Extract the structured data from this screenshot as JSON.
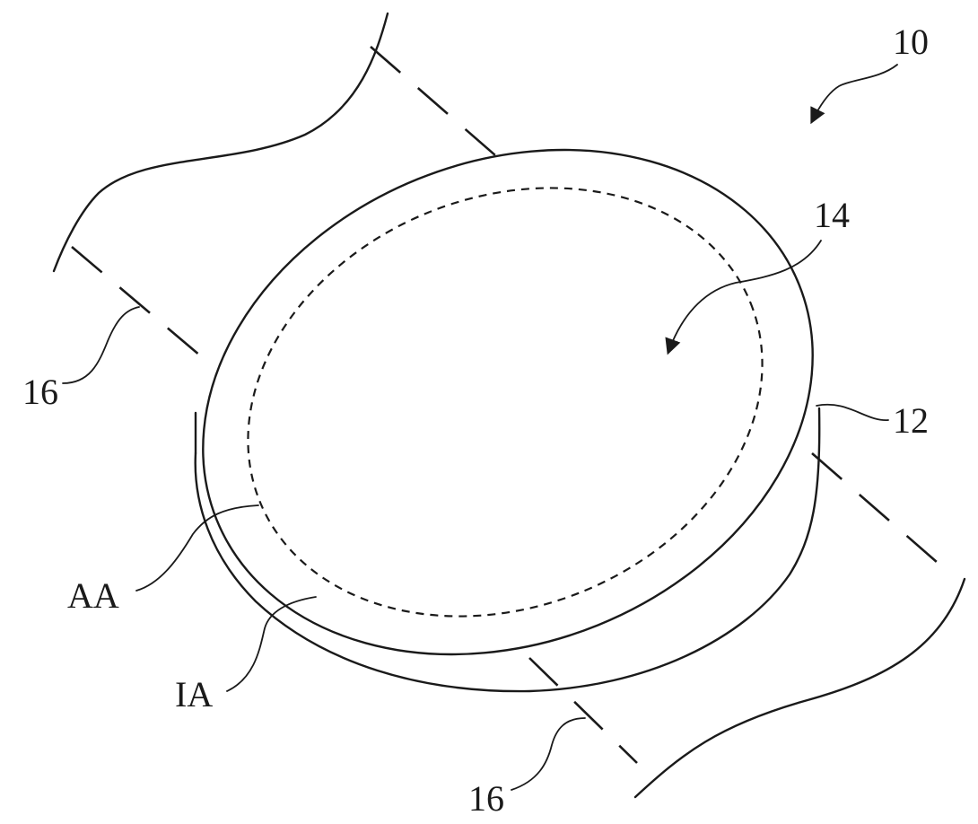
{
  "figure": {
    "labels": {
      "device": "10",
      "active_surface": "14",
      "edge": "12",
      "axis_upper": "16",
      "axis_lower": "16",
      "active_area": "AA",
      "inactive_area": "IA"
    }
  }
}
